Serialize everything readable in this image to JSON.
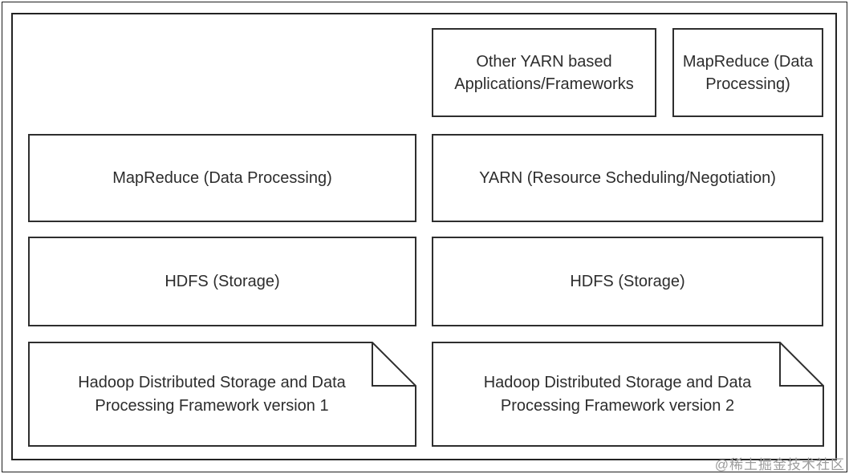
{
  "diagram": {
    "v1_stack": {
      "mapreduce": "MapReduce (Data Processing)",
      "hdfs": "HDFS (Storage)",
      "caption": "Hadoop Distributed Storage and Data Processing Framework version 1"
    },
    "v2_stack": {
      "other_yarn_apps": "Other YARN based Applications/Frameworks",
      "mapreduce": "MapReduce (Data Processing)",
      "yarn": "YARN (Resource Scheduling/Negotiation)",
      "hdfs": "HDFS (Storage)",
      "caption": "Hadoop Distributed Storage and Data Processing Framework version 2"
    }
  },
  "watermark": "@稀土掘金技术社区",
  "colors": {
    "line": "#2e2e2e",
    "frame": "#232323",
    "text": "#2d2d2d",
    "watermark": "#9c9c9c",
    "background": "#ffffff"
  }
}
